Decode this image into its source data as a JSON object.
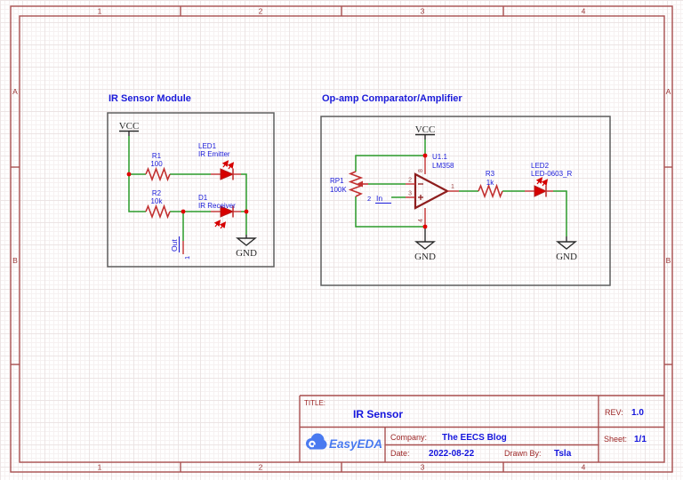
{
  "frame": {
    "col_labels": [
      "1",
      "2",
      "3",
      "4"
    ],
    "row_labels": [
      "A",
      "B"
    ]
  },
  "title_block": {
    "title_label": "TITLE:",
    "title": "IR Sensor",
    "rev_label": "REV:",
    "rev": "1.0",
    "company_label": "Company:",
    "company": "The EECS Blog",
    "sheet_label": "Sheet:",
    "sheet": "1/1",
    "date_label": "Date:",
    "date": "2022-08-22",
    "drawn_by_label": "Drawn By:",
    "drawn_by": "Tsla",
    "logo_text": "EasyEDA"
  },
  "ir_module": {
    "heading": "IR Sensor Module",
    "vcc": "VCC",
    "gnd": "GND",
    "r1_ref": "R1",
    "r1_value": "100",
    "led1_ref": "LED1",
    "led1_value": "IR Emitter",
    "r2_ref": "R2",
    "r2_value": "10k",
    "d1_ref": "D1",
    "d1_value": "IR Receiver",
    "out_label": "Out",
    "out_pin": "1"
  },
  "opamp_module": {
    "heading": "Op-amp Comparator/Amplifier",
    "vcc": "VCC",
    "gnd_opamp": "GND",
    "gnd_led": "GND",
    "u1_ref": "U1.1",
    "u1_value": "LM358",
    "rp1_ref": "RP1",
    "rp1_value": "100K",
    "r3_ref": "R3",
    "r3_value": "1k",
    "led2_ref": "LED2",
    "led2_value": "LED-0603_R",
    "in_label": "In",
    "in_pin": "2",
    "pin1": "1",
    "pin2": "2",
    "pin3": "3",
    "pin4": "4",
    "pin8": "8",
    "minus": "−",
    "plus": "+"
  },
  "colors": {
    "wire_green": "#2b9c2b",
    "component_red": "#c23030",
    "opamp_maroon": "#8e1e1e",
    "label_blue": "#1a1ad9",
    "value_blue": "#1414dd",
    "frame_red": "#a84f4f",
    "logo_blue": "#4a7af0"
  }
}
